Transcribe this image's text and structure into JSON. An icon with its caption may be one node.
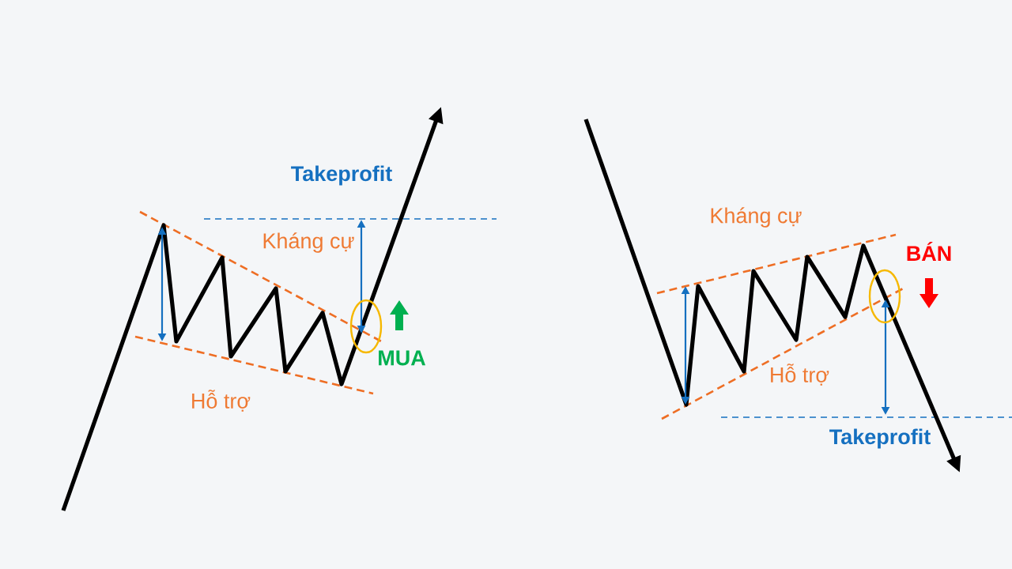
{
  "diagram": {
    "labels": [
      "Takeprofit",
      "Kháng cự",
      "MUA",
      "Hỗ trợ",
      "Kháng cự",
      "BÁN",
      "Hỗ trợ",
      "Takeprofit"
    ]
  }
}
